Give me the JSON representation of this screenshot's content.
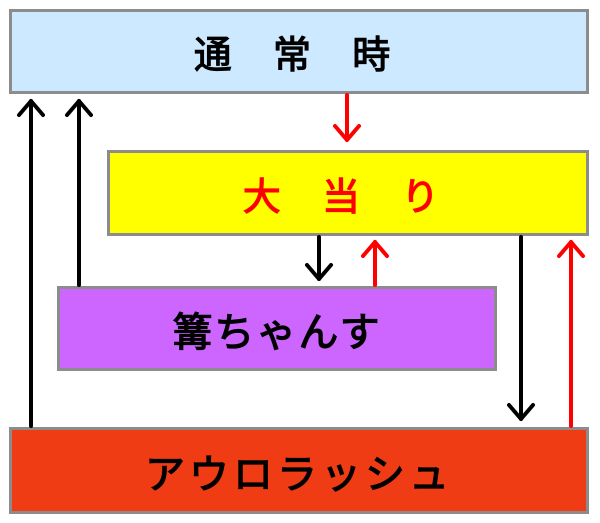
{
  "states": {
    "normal": {
      "label": "通 常 時",
      "fill": "#cce9ff",
      "text_color": "#000000"
    },
    "jackpot": {
      "label": "大 当 り",
      "fill": "#ffff00",
      "text_color": "#ff0000"
    },
    "kagaribi": {
      "label": "篝ちゃんす",
      "fill": "#cc66ff",
      "text_color": "#000000"
    },
    "aura_rush": {
      "label": "アウロラッシュ",
      "fill": "#f03c14",
      "text_color": "#000000"
    }
  },
  "colors": {
    "box_border": "#8c8c8c",
    "arrow_black": "#000000",
    "arrow_red": "#ff0000"
  },
  "transitions": [
    {
      "from": "normal",
      "to": "jackpot",
      "color": "red"
    },
    {
      "from": "jackpot",
      "to": "kagaribi",
      "color": "black"
    },
    {
      "from": "kagaribi",
      "to": "jackpot",
      "color": "red"
    },
    {
      "from": "jackpot",
      "to": "aura_rush",
      "color": "black"
    },
    {
      "from": "aura_rush",
      "to": "jackpot",
      "color": "red"
    },
    {
      "from": "kagaribi",
      "to": "normal",
      "color": "black"
    },
    {
      "from": "aura_rush",
      "to": "normal",
      "color": "black"
    }
  ]
}
